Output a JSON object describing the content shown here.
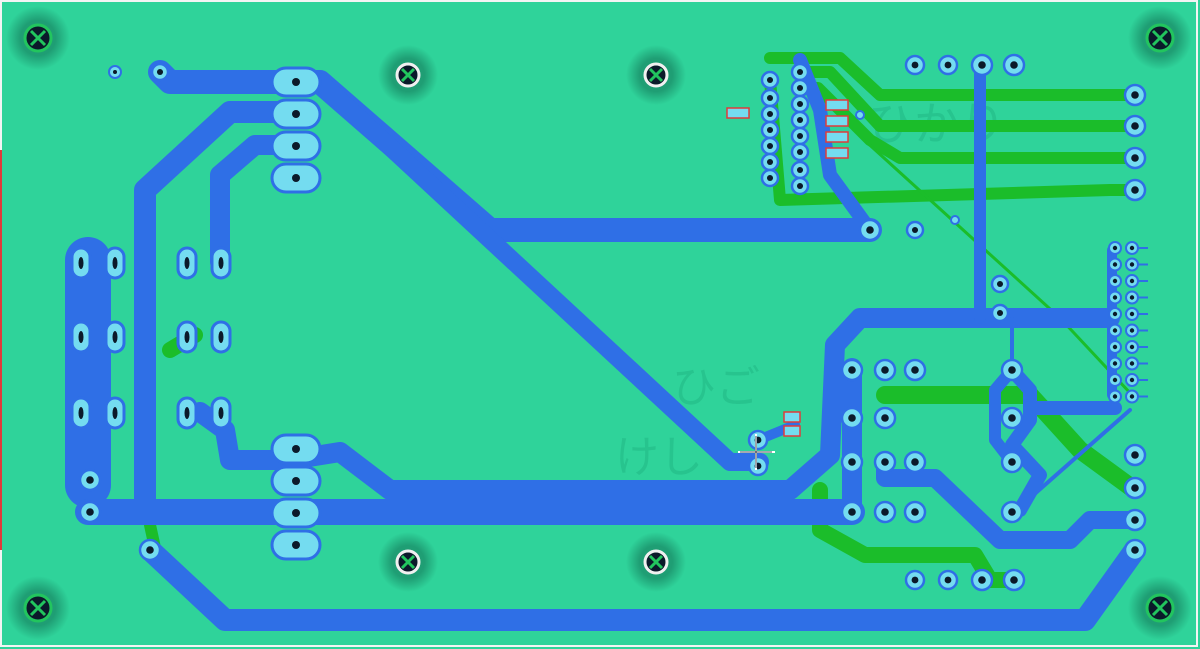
{
  "board": {
    "substrate_color": "#2fd39a",
    "edge_color": "#f0f0f0",
    "bottom_copper_color": "#2f6fe6",
    "top_copper_color": "#1bbd2a",
    "pad_color": "#74dcf0",
    "drill_color": "#0b1a2a",
    "keepout_color": "#e03b3b",
    "mounting_hole_mark_color": "#22c55e"
  },
  "silkscreen": {
    "watermark_top": "ひかり",
    "watermark_mid1": "ひご",
    "watermark_mid2": "けし"
  },
  "icons": {
    "mounting_hole": "crossed-circle-icon",
    "cursor": "crosshair-icon"
  }
}
